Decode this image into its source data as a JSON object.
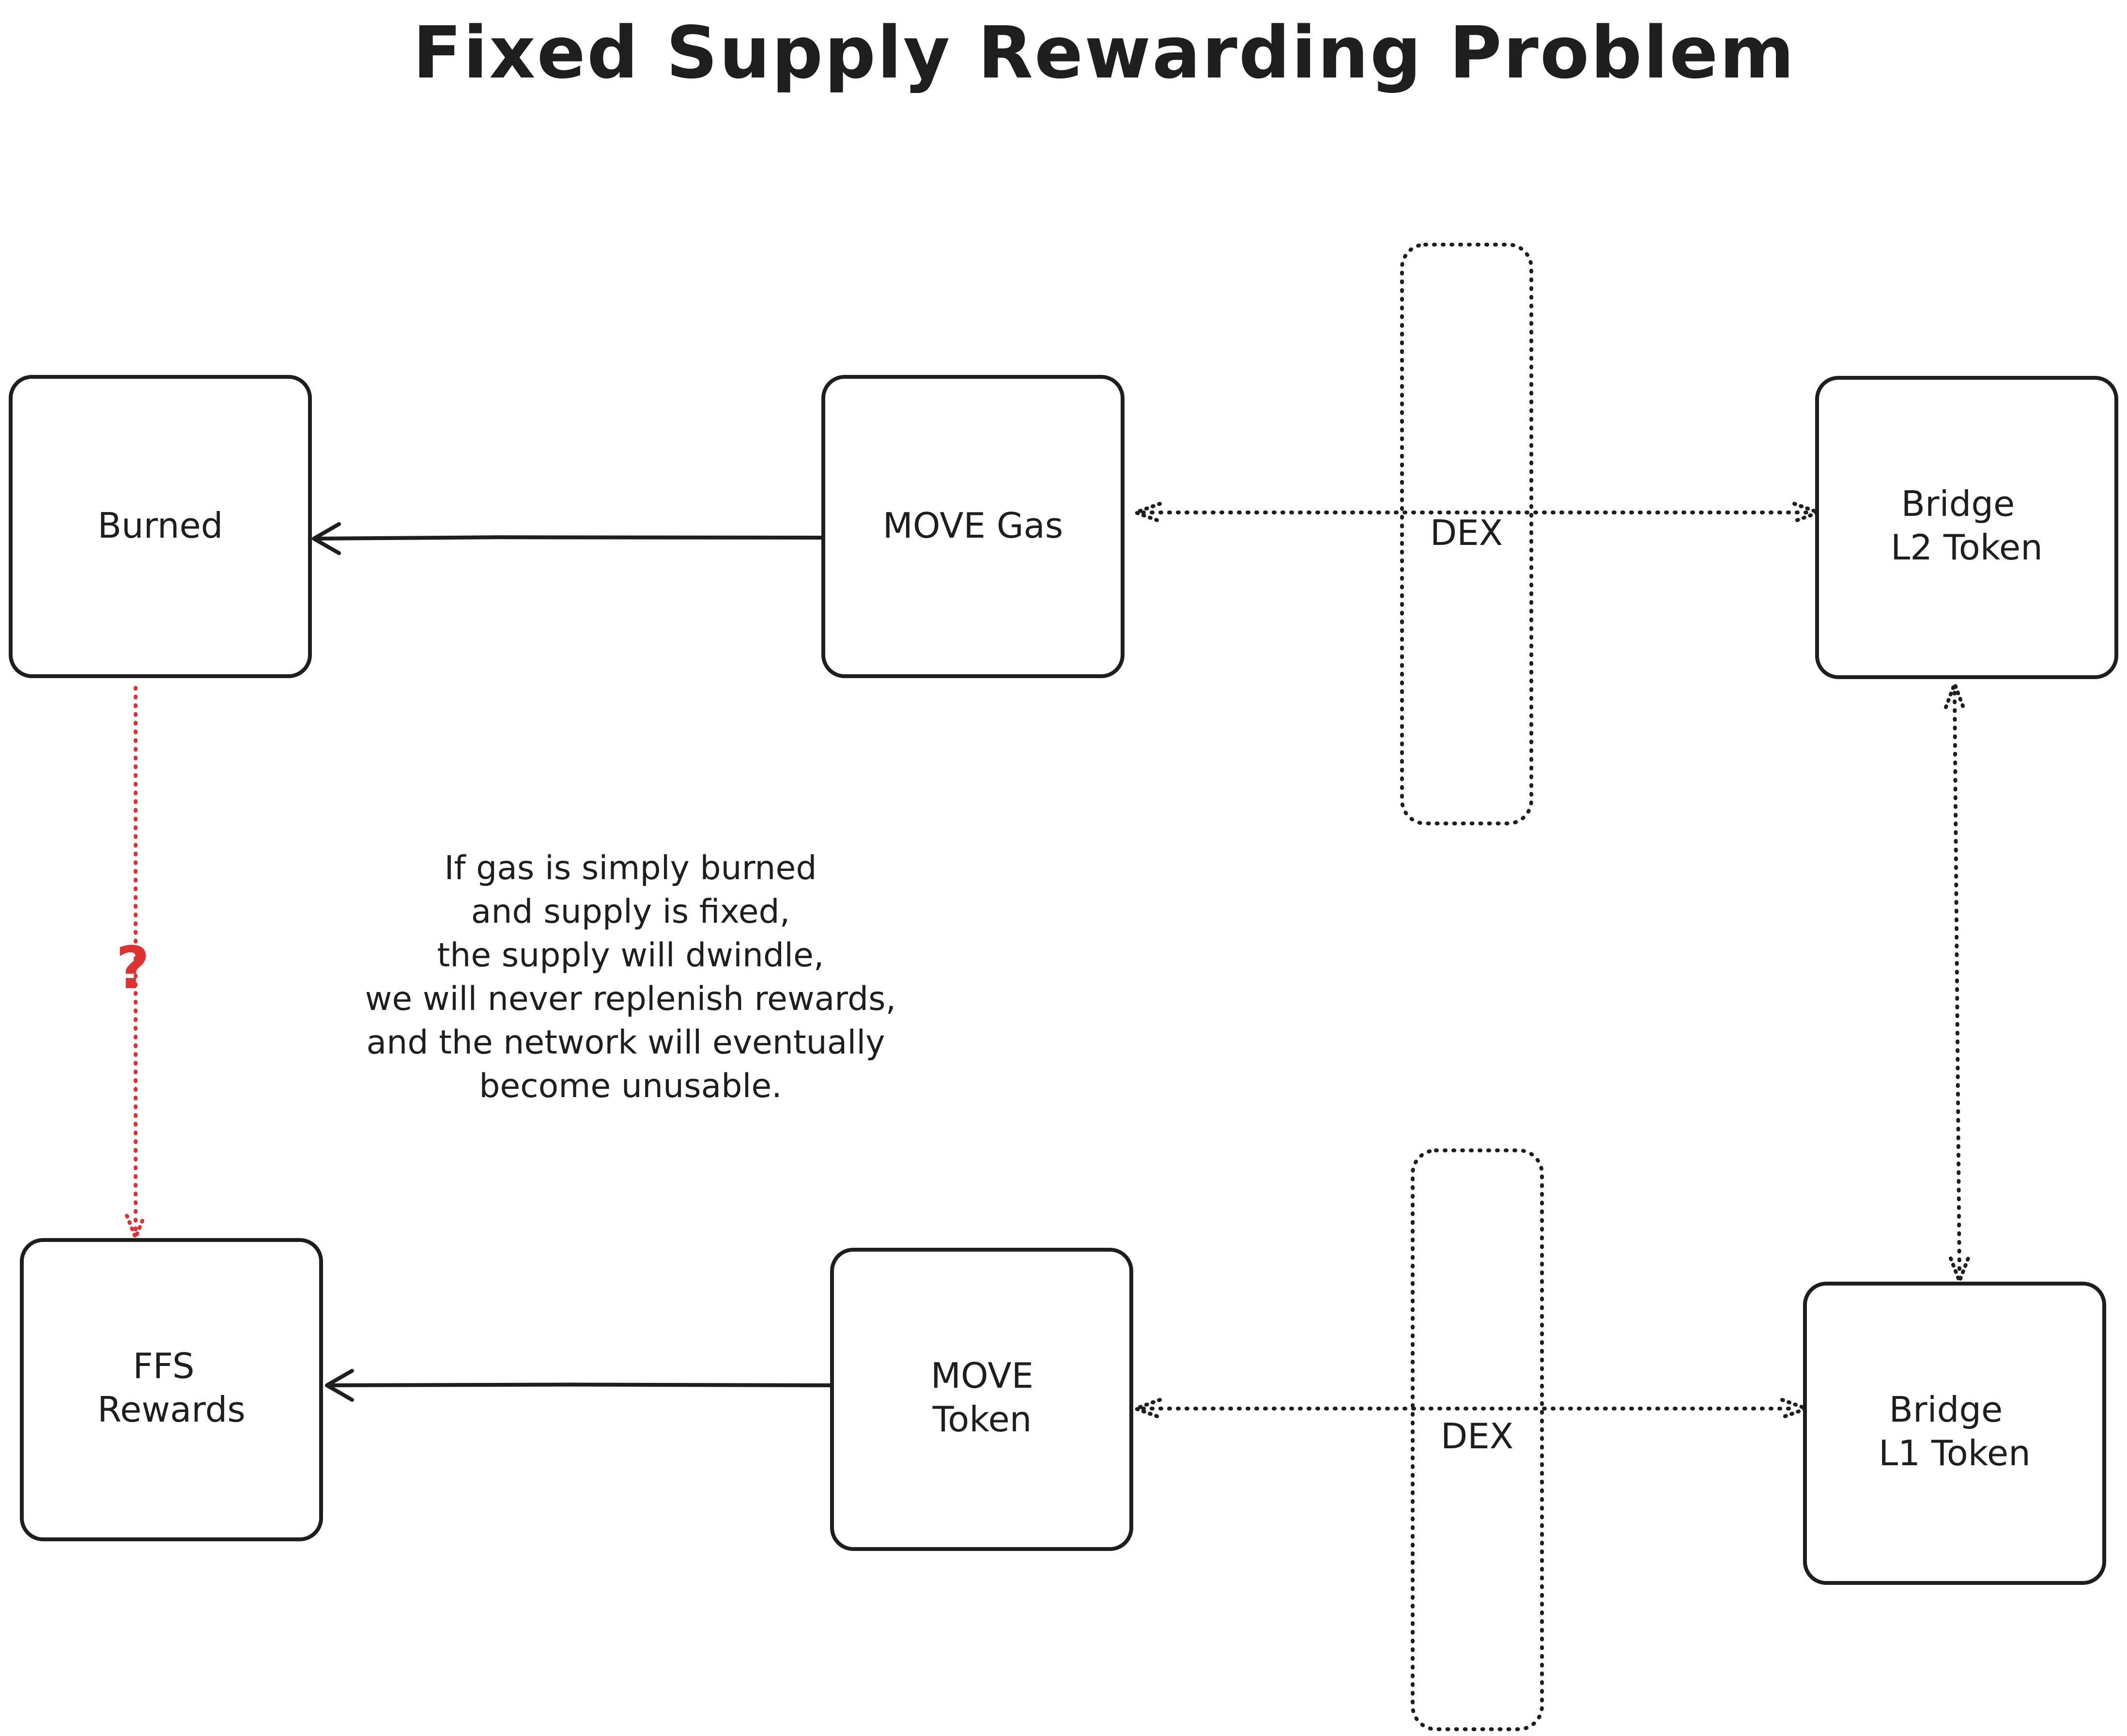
{
  "title": "Fixed Supply Rewarding Problem",
  "nodes": {
    "burned": {
      "lines": [
        "Burned"
      ]
    },
    "move_gas": {
      "lines": [
        "MOVE Gas"
      ]
    },
    "bridge_l2": {
      "lines": [
        "Bridge",
        "L2 Token"
      ]
    },
    "ffs_rewards": {
      "lines": [
        "FFS",
        "Rewards"
      ]
    },
    "move_token": {
      "lines": [
        "MOVE",
        "Token"
      ]
    },
    "bridge_l1": {
      "lines": [
        "Bridge",
        "L1 Token"
      ]
    }
  },
  "dex": {
    "top_label": "DEX",
    "bottom_label": "DEX"
  },
  "question_mark": "?",
  "note": {
    "lines": [
      "If gas is simply burned",
      "and supply is fixed,",
      "the supply will dwindle,",
      "we will never replenish rewards,",
      "and the network will eventually",
      "become unusable."
    ]
  },
  "colors": {
    "ink": "#1e1e1e",
    "accent": "#e03131",
    "background": "#ffffff"
  }
}
